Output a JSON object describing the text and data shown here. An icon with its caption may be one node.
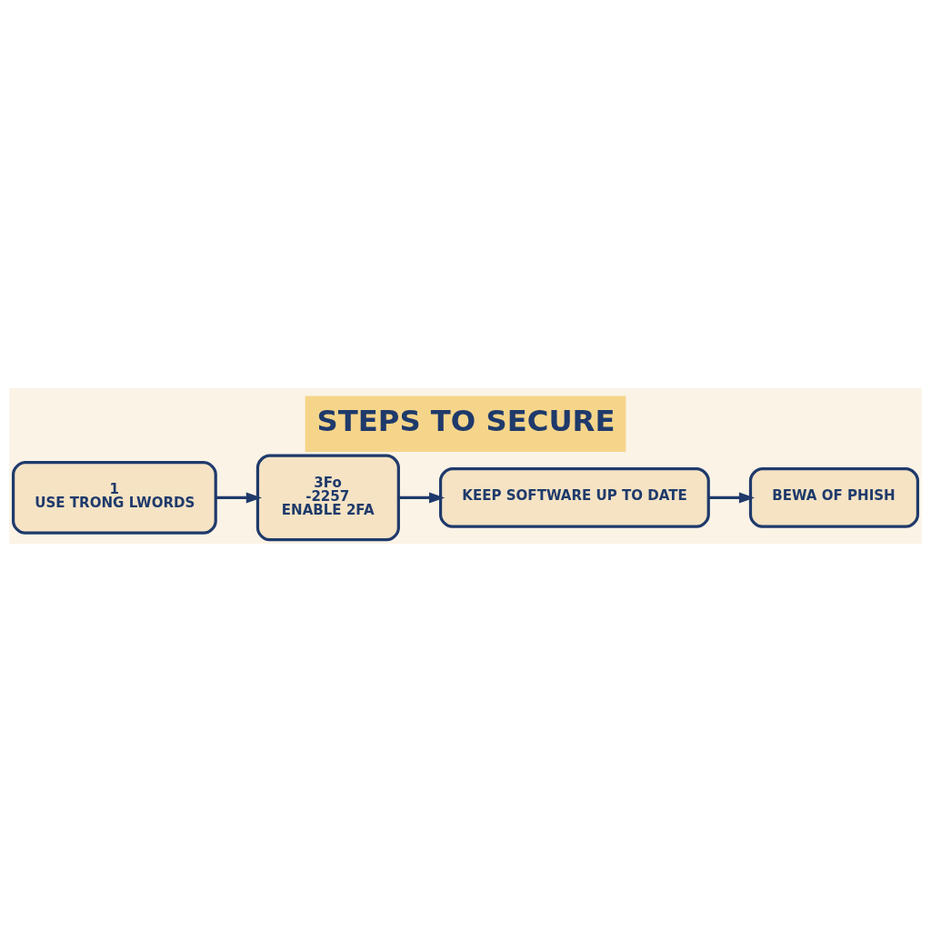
{
  "diagram": {
    "title": "STEPS TO SECURE",
    "nodes": [
      {
        "text": [
          "1",
          "USE TRONG LWORDS"
        ]
      },
      {
        "text": [
          "3Fo",
          "-2257",
          "ENABLE 2FA"
        ]
      },
      {
        "text": [
          "KEEP SOFTWARE UP TO DATE"
        ]
      },
      {
        "text": [
          "BEWA OF PHISH"
        ]
      }
    ],
    "edges": [
      {
        "from": 0,
        "to": 1,
        "arrow": "to"
      },
      {
        "from": 1,
        "to": 2,
        "arrow": "to"
      },
      {
        "from": 2,
        "to": 3,
        "arrow": "to"
      }
    ]
  }
}
